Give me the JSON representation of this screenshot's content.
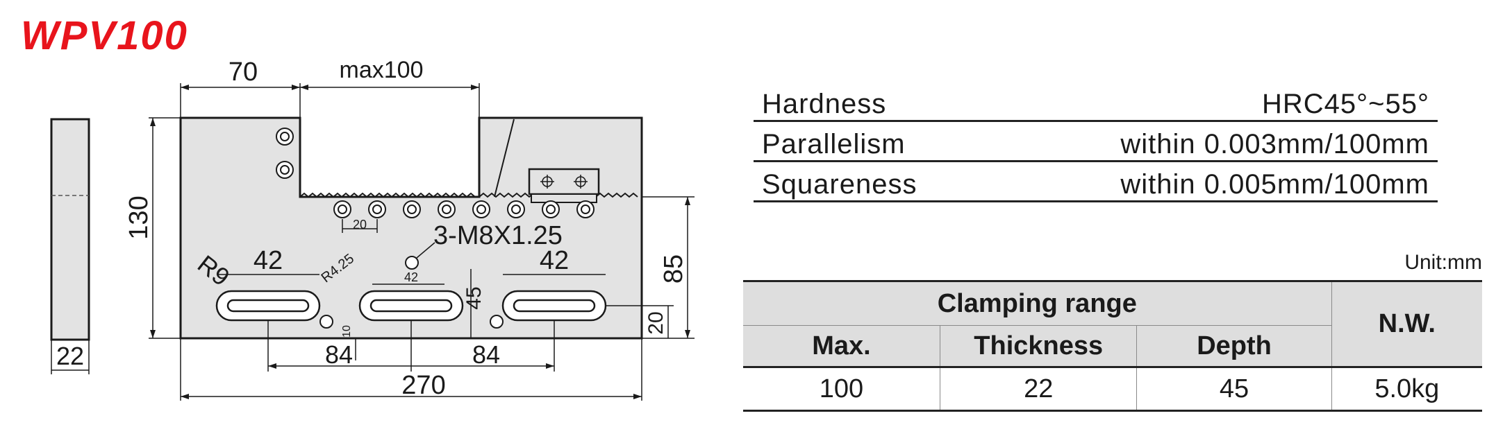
{
  "title": "WPV100",
  "drawing": {
    "dim_top_left": "70",
    "dim_top_max": "max100",
    "dim_height": "130",
    "dim_width_side": "22",
    "dim_pitch": "20",
    "thread_note": "3-M8X1.25",
    "slot_radius": "R9",
    "slot_radius_small": "R4.25",
    "slot_length_left": "42",
    "slot_length_mid": "42",
    "slot_length_right": "42",
    "dim_center": "45",
    "dim_spacing_left": "84",
    "dim_spacing_right": "84",
    "dim_offset": "10",
    "dim_total": "270",
    "dim_right_height": "85",
    "dim_right_offset": "20"
  },
  "specs": [
    {
      "label": "Hardness",
      "value": "HRC45°~55°"
    },
    {
      "label": "Parallelism",
      "value": "within 0.003mm/100mm"
    },
    {
      "label": "Squareness",
      "value": "within 0.005mm/100mm"
    }
  ],
  "unit": "Unit:mm",
  "clamping": {
    "group_header": "Clamping range",
    "nw_header": "N.W.",
    "col_max": "Max.",
    "col_thickness": "Thickness",
    "col_depth": "Depth",
    "row": {
      "max": "100",
      "thickness": "22",
      "depth": "45",
      "nw": "5.0kg"
    }
  }
}
